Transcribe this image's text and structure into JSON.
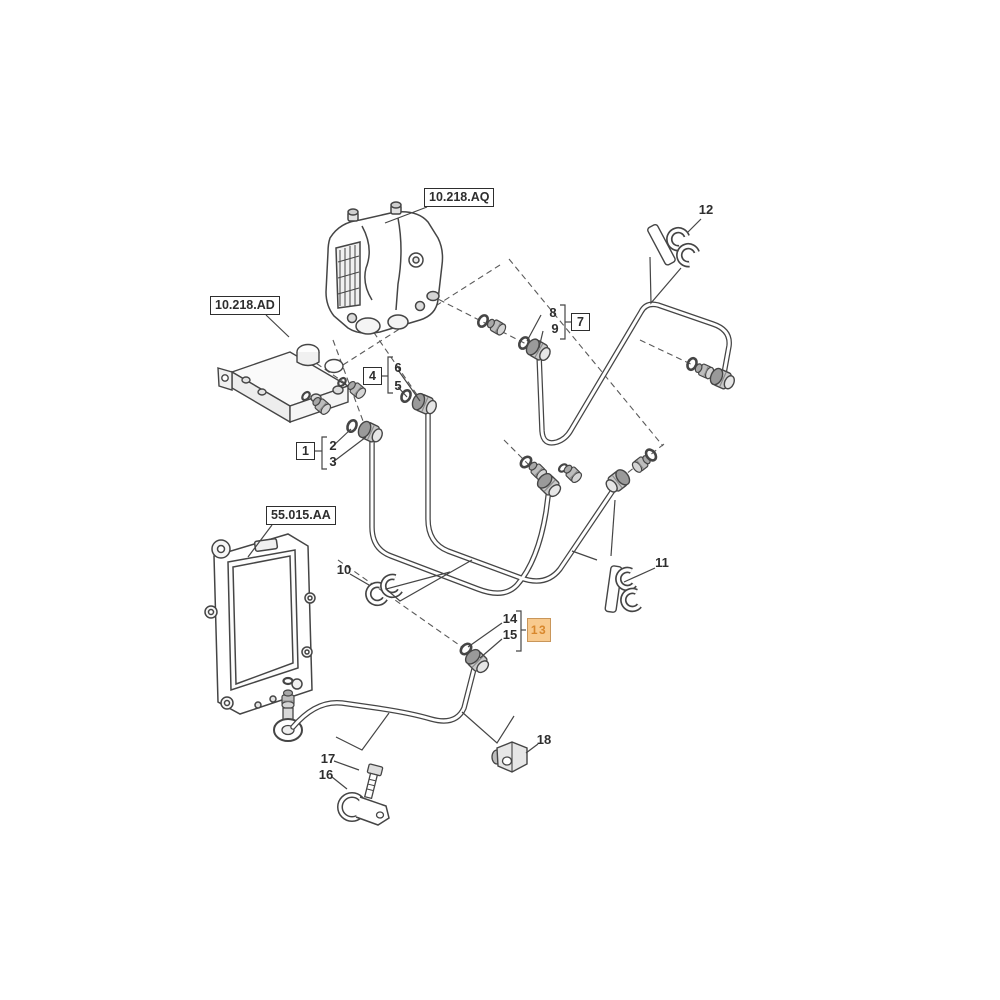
{
  "diagram": {
    "type": "parts-exploded-diagram",
    "section_labels": {
      "pump": "10.218.AQ",
      "valve": "10.218.AD",
      "ecu": "55.015.AA"
    },
    "callouts": [
      {
        "num": "1",
        "style": "boxed"
      },
      {
        "num": "2",
        "style": "plain"
      },
      {
        "num": "3",
        "style": "plain"
      },
      {
        "num": "4",
        "style": "boxed"
      },
      {
        "num": "5",
        "style": "plain"
      },
      {
        "num": "6",
        "style": "plain"
      },
      {
        "num": "7",
        "style": "boxed"
      },
      {
        "num": "8",
        "style": "plain"
      },
      {
        "num": "9",
        "style": "plain"
      },
      {
        "num": "10",
        "style": "plain"
      },
      {
        "num": "11",
        "style": "plain"
      },
      {
        "num": "12",
        "style": "plain"
      },
      {
        "num": "13",
        "style": "highlighted"
      },
      {
        "num": "14",
        "style": "plain"
      },
      {
        "num": "15",
        "style": "plain"
      },
      {
        "num": "16",
        "style": "plain"
      },
      {
        "num": "17",
        "style": "plain"
      },
      {
        "num": "18",
        "style": "plain"
      }
    ],
    "highlighted_callout": "13",
    "colors": {
      "background": "#ffffff",
      "line": "#454545",
      "highlight_fill": "#f8ca8e",
      "highlight_border": "#c9965a",
      "highlight_text": "#d8872c"
    }
  }
}
